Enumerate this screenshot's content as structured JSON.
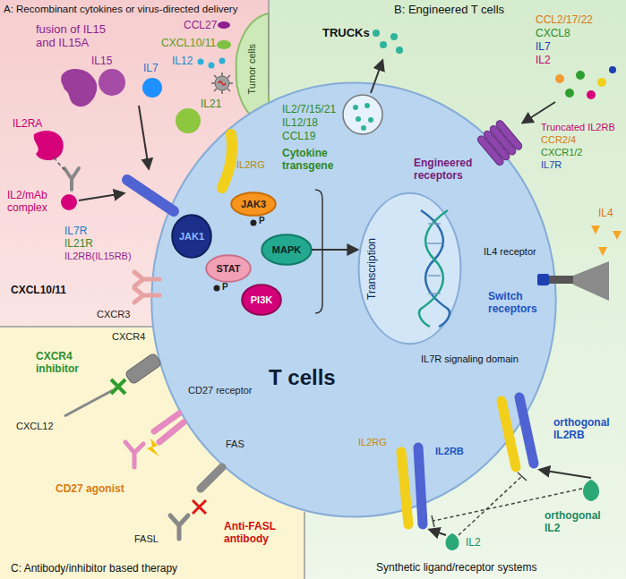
{
  "diagram": {
    "nodes": [
      {
        "text": [
          "A: Recombinant cytokines or virus-directed delivery"
        ]
      },
      {
        "text": [
          "B: Engineered T cells"
        ]
      },
      {
        "text": [
          "C: Antibody/inhibitor based therapy"
        ]
      },
      {
        "text": [
          "Tumor cells"
        ],
        "in": 0
      },
      {
        "text": [
          "T cells"
        ]
      },
      {
        "text": [
          "Transcription"
        ],
        "in": 4
      },
      {
        "text": [
          "JAK3"
        ],
        "in": 4
      },
      {
        "text": [
          "JAK1"
        ],
        "in": 4
      },
      {
        "text": [
          "STAT"
        ],
        "in": 4
      },
      {
        "text": [
          "MAPK"
        ],
        "in": 4
      },
      {
        "text": [
          "PI3K"
        ],
        "in": 4
      }
    ],
    "edges": [
      {
        "from": 9,
        "to": 5,
        "arrow": "to"
      }
    ],
    "labels": [
      "CCL27",
      "CXCL10/11",
      "IL12",
      "fusion of IL15 and IL15A",
      "IL15",
      "IL7",
      "IL21",
      "IL2RA",
      "IL2/mAb complex",
      "IL2RG",
      "IL7R",
      "IL21R",
      "IL2RB(IL15RB)",
      "P",
      "P",
      "CXCL10/11",
      "CXCR3",
      "CXCR4",
      "CXCR4 inhibitor",
      "CD27 receptor",
      "FAS",
      "CXCL12",
      "CD27 agonist",
      "Anti-FASL antibody",
      "FASL",
      "TRUCKs",
      "IL2/7/15/21",
      "IL12/18",
      "CCL19",
      "Cytokine transgene",
      "CCL2/17/22",
      "CXCL8",
      "IL7",
      "IL2",
      "Truncated IL2RB",
      "CCR2/4",
      "CXCR1/2",
      "IL7R",
      "Engineered receptors",
      "IL4",
      "IL4 receptor",
      "Switch receptors",
      "IL7R signaling domain",
      "IL2RG",
      "IL2RB",
      "orthogonal IL2RB",
      "IL2",
      "orthogonal IL2",
      "Synthetic ligand/receptor systems"
    ]
  }
}
